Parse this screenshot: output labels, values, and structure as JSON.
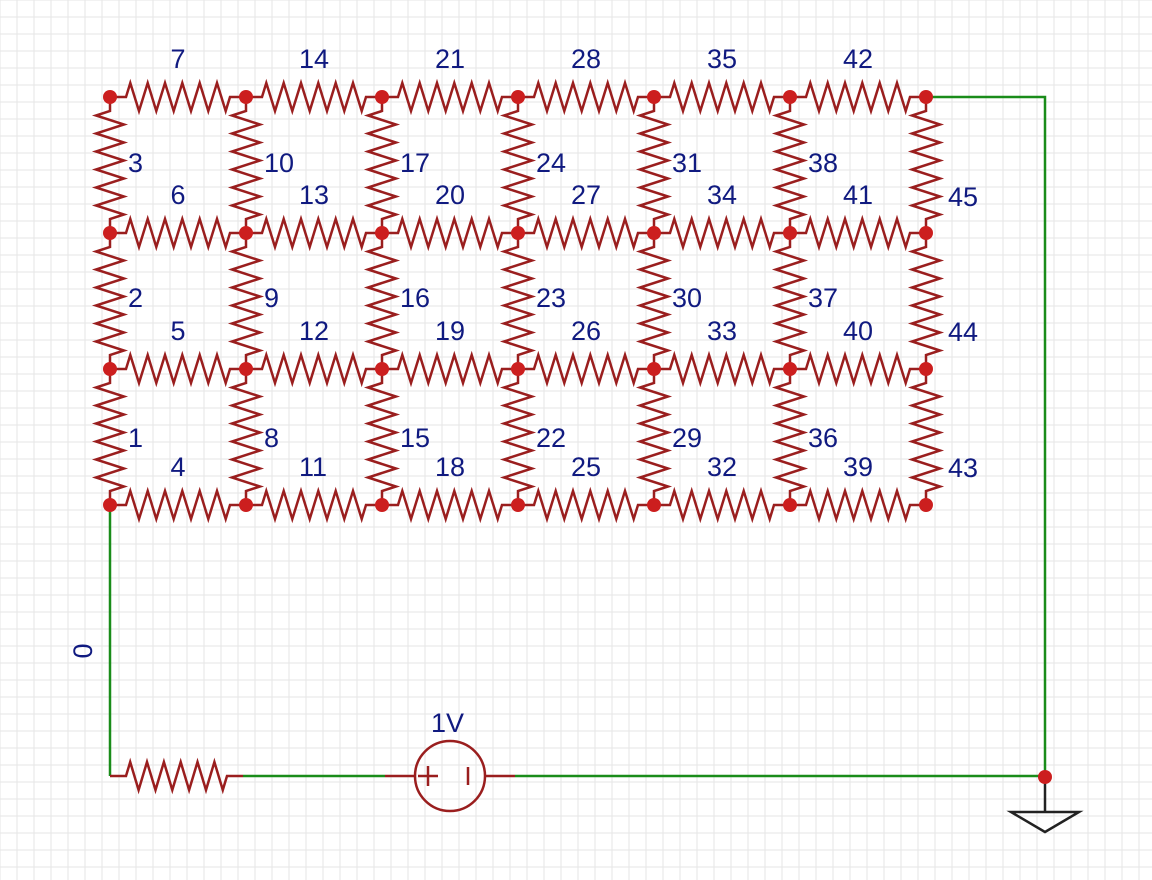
{
  "schematic": {
    "labels": {
      "left_column": {
        "bottom": [
          "1",
          "2",
          "3"
        ],
        "label_rows": [
          "4",
          "5",
          "6"
        ],
        "top": "7"
      },
      "columns": [
        {
          "top": "14",
          "verticals": [
            "8",
            "9",
            "10"
          ],
          "horizontals": [
            "11",
            "12",
            "13"
          ]
        },
        {
          "top": "21",
          "verticals": [
            "15",
            "16",
            "17"
          ],
          "horizontals": [
            "18",
            "19",
            "20"
          ]
        },
        {
          "top": "28",
          "verticals": [
            "22",
            "23",
            "24"
          ],
          "horizontals": [
            "25",
            "26",
            "27"
          ]
        },
        {
          "top": "35",
          "verticals": [
            "29",
            "30",
            "31"
          ],
          "horizontals": [
            "32",
            "33",
            "34"
          ]
        },
        {
          "top": "42",
          "verticals": [
            "36",
            "37",
            "38"
          ],
          "horizontals": [
            "39",
            "40",
            "41"
          ]
        }
      ],
      "right_column": [
        "43",
        "44",
        "45"
      ]
    },
    "source_label": "1V",
    "net_label": "0"
  },
  "colors": {
    "wire": "#1a8c1a",
    "resistor": "#9a1e1e",
    "node": "#cc1e1e",
    "label": "#101a80",
    "grid": "#e6e6e6"
  }
}
